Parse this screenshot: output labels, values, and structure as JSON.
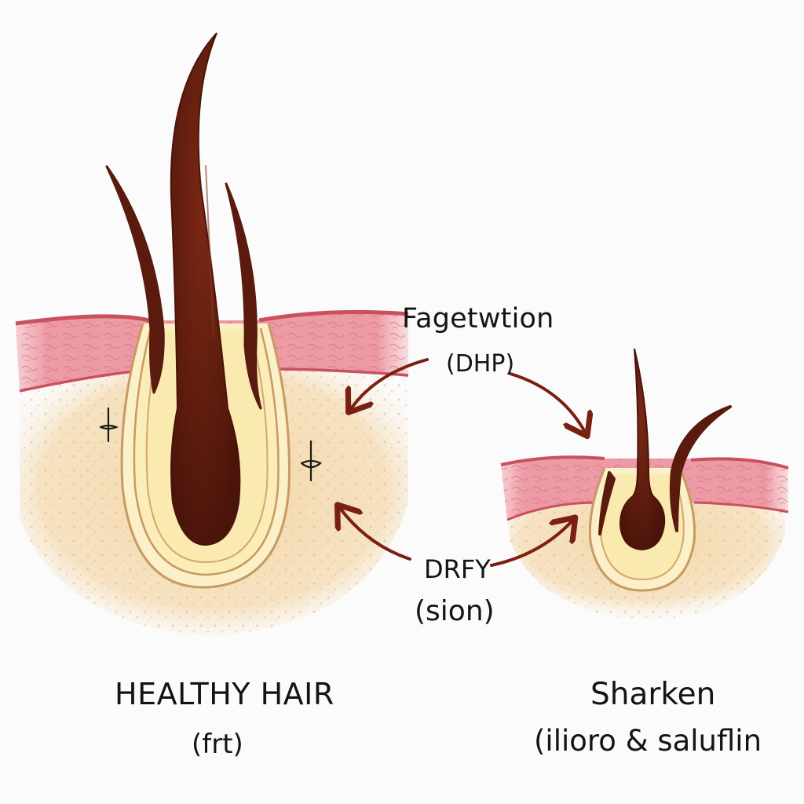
{
  "diagram": {
    "process_label": "Fagetwtion",
    "process_sublabel": "(DHP)",
    "cause_label": "DRFY",
    "cause_sublabel": "(sion)",
    "left_follicle": {
      "title": "HEALTHY HAIR",
      "subtitle": "(frt)"
    },
    "right_follicle": {
      "title": "Sharken",
      "subtitle": "(ilioro & saluflin"
    }
  },
  "colors": {
    "hair": "#5a1a0e",
    "arrow": "#7a1f12",
    "epidermis": "#ec9aa4",
    "epidermis_edge": "#c9515f",
    "dermis": "#f4dcb2",
    "follicle_sheath": "#fbecb8",
    "follicle_outline": "#c79a63"
  }
}
